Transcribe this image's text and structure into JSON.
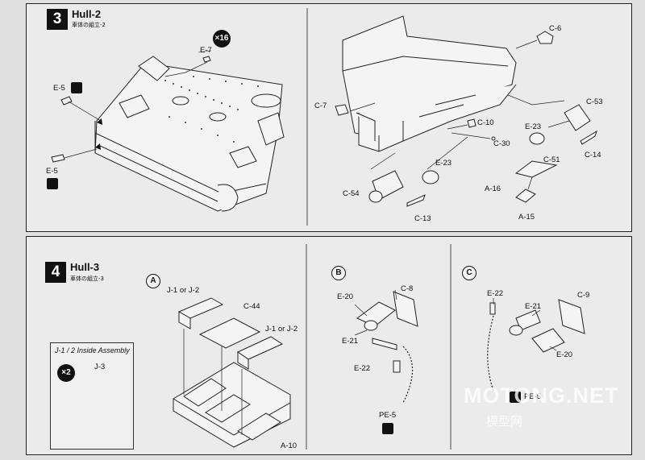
{
  "step3": {
    "number": "3",
    "title": "Hull-2",
    "subtitle": "車体の組立-2",
    "multiplier": "×16",
    "labels": {
      "e7": "E-7",
      "e5a": "E-5",
      "e5b": "E-5",
      "c6": "C-6",
      "c7": "C-7",
      "c10": "C-10",
      "c30": "C-30",
      "c53": "C-53",
      "e23a": "E-23",
      "c14": "C-14",
      "c51": "C-51",
      "e23b": "E-23",
      "a16": "A-16",
      "c54": "C-54",
      "c13": "C-13",
      "a15": "A-15"
    }
  },
  "step4": {
    "number": "4",
    "title": "Hull-3",
    "subtitle": "車体の組立-3",
    "inside_title": "J-1 / 2 Inside Assembly",
    "inside_mult": "×2",
    "j3": "J-3",
    "sub_a": {
      "marker": "A",
      "j12a": "J-1 or J-2",
      "c44": "C-44",
      "j12b": "J-1 or J-2",
      "a10": "A-10"
    },
    "sub_b": {
      "marker": "B",
      "e20": "E-20",
      "c8": "C-8",
      "e21": "E-21",
      "e22": "E-22",
      "pe5": "PE-5"
    },
    "sub_c": {
      "marker": "C",
      "e22": "E-22",
      "c9": "C-9",
      "e21": "E-21",
      "e20": "E-20",
      "pe5": "PE-5"
    }
  },
  "watermark": {
    "main": "MOTONG.NET",
    "sub": "模型网"
  }
}
